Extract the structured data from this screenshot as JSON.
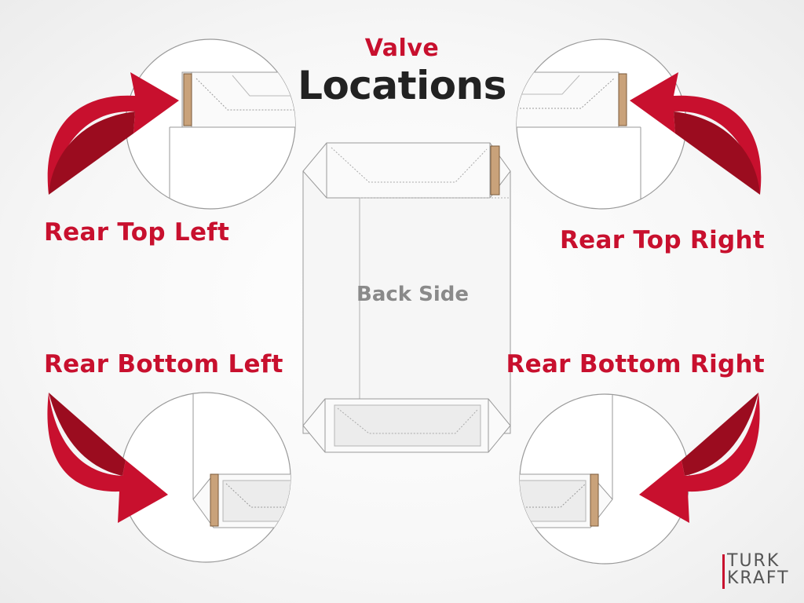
{
  "title": {
    "line1": "Valve",
    "line2": "Locations"
  },
  "center_label": "Back Side",
  "labels": {
    "top_left": "Rear Top Left",
    "top_right": "Rear Top Right",
    "bottom_left": "Rear Bottom Left",
    "bottom_right": "Rear Bottom Right"
  },
  "logo": {
    "word1": "TURK",
    "word2": "KRAFT"
  },
  "colors": {
    "accent": "#c8102e",
    "arrow_dark": "#9b0c1f",
    "valve": "#c9a27a",
    "line": "#999999",
    "bag_fill": "#f4f4f4"
  },
  "icons": [
    "curved-arrow-icon",
    "valve-icon"
  ]
}
